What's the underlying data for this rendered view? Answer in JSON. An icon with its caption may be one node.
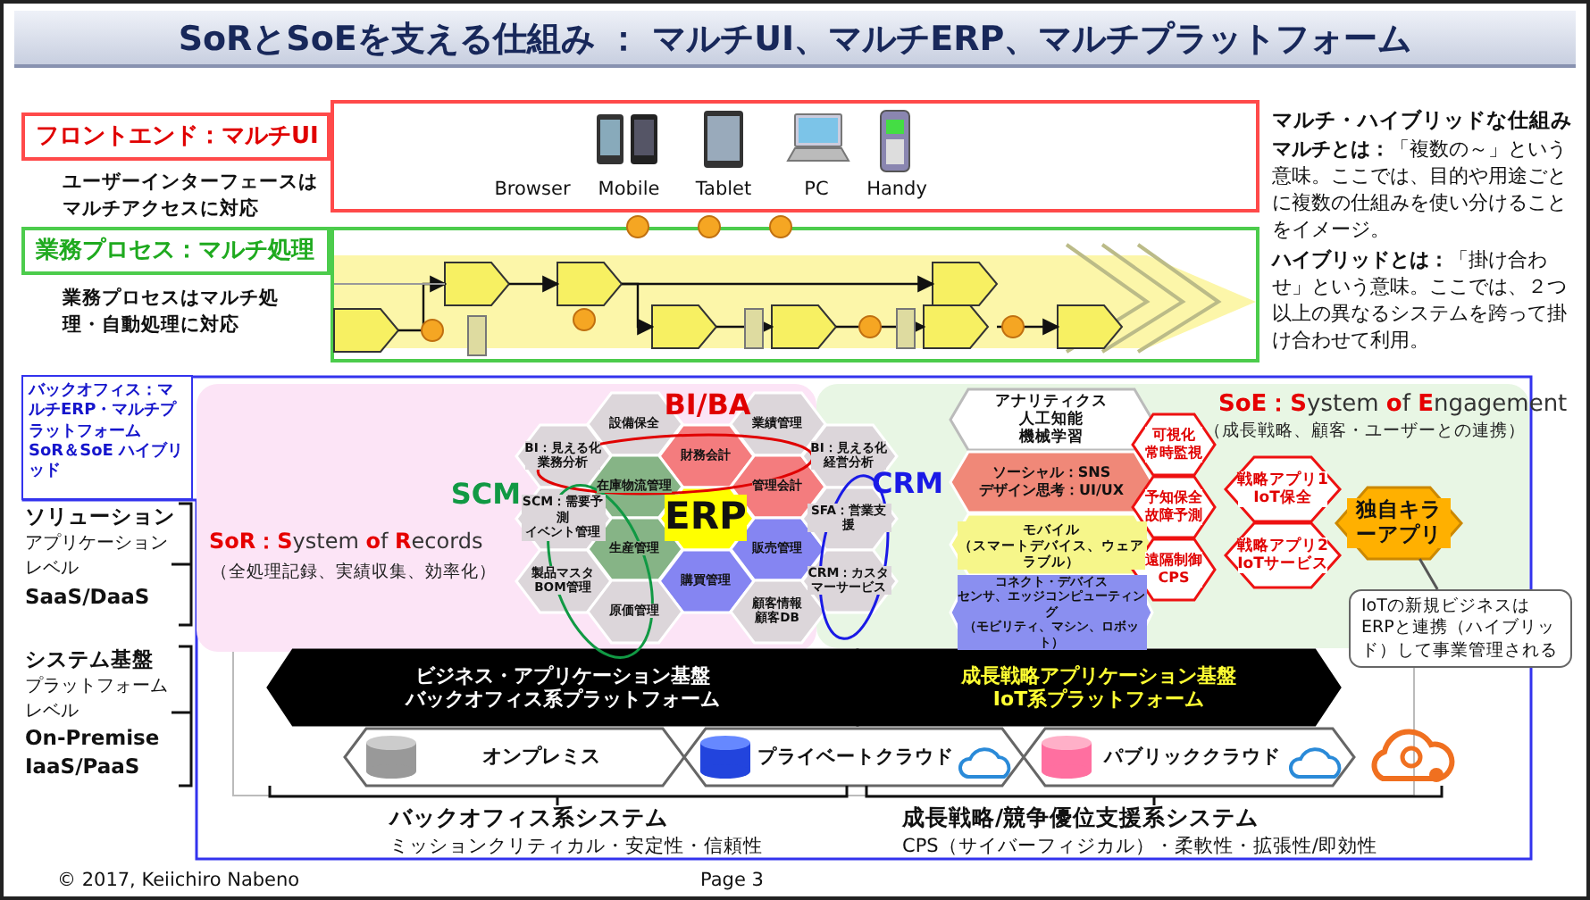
{
  "diagram": {
    "title": "SoRとSoEを支える仕組み ： マルチUI、マルチERP、マルチプラットフォーム",
    "nodes": [
      {
        "text": [
          "フロントエンド：マルチUI"
        ],
        "beside": [
          "ユーザーインターフェースはマルチアクセスに対応"
        ]
      },
      {
        "text": [
          "業務プロセス：マルチ処理"
        ],
        "beside": [
          "業務プロセスはマルチ処理・自動処理に対応"
        ]
      },
      {
        "text": [
          "バックオフィス：マルチERP・マルチプラットフォーム",
          "SoR＆SoE ハイブリッド"
        ]
      },
      {
        "text": [
          "**SoR：S**ystem **o**f **R**ecords",
          "（全処理記録、実績収集、効率化）"
        ],
        "in": 2
      },
      {
        "text": [
          "**SoE：S**ystem **o**f **E**ngagement",
          "（成長戦略、顧客・ユーザーとの連携）"
        ],
        "in": 2
      },
      {
        "text": [
          "BI/BA"
        ],
        "in": 3
      },
      {
        "text": [
          "SCM"
        ],
        "in": 3
      },
      {
        "text": [
          "CRM"
        ],
        "in": 4
      },
      {
        "text": [
          "設備保全"
        ],
        "in": 3
      },
      {
        "text": [
          "業績管理"
        ],
        "in": 3
      },
      {
        "text": [
          "BI：見える化",
          "業務分析"
        ],
        "in": 3
      },
      {
        "text": [
          "財務会計"
        ],
        "in": 3
      },
      {
        "text": [
          "BI：見える化",
          "経営分析"
        ],
        "in": 2
      },
      {
        "text": [
          "在庫物流管理"
        ],
        "in": 3
      },
      {
        "text": [
          "管理会計"
        ],
        "in": 3
      },
      {
        "text": [
          "SCM：需要予測",
          "イベント管理"
        ],
        "in": 3
      },
      {
        "text": [
          "ERP"
        ],
        "in": 3
      },
      {
        "text": [
          "SFA：営業支援"
        ],
        "in": 2
      },
      {
        "text": [
          "生産管理"
        ],
        "in": 3
      },
      {
        "text": [
          "販売管理"
        ],
        "in": 3
      },
      {
        "text": [
          "製品マスタ",
          "BOM管理"
        ],
        "in": 3
      },
      {
        "text": [
          "購買管理"
        ],
        "in": 3
      },
      {
        "text": [
          "CRM：カスタマーサービス"
        ],
        "in": 2
      },
      {
        "text": [
          "原価管理"
        ],
        "in": 3
      },
      {
        "text": [
          "顧客情報",
          "顧客DB"
        ],
        "in": 3
      },
      {
        "text": [
          "アナリティクス",
          "人工知能",
          "機械学習"
        ],
        "in": 4
      },
      {
        "text": [
          "ソーシャル：SNS",
          "デザイン思考：UI/UX"
        ],
        "in": 4
      },
      {
        "text": [
          "可視化",
          "常時監視"
        ],
        "in": 4
      },
      {
        "text": [
          "戦略アプリ1",
          "IoT保全"
        ],
        "in": 4
      },
      {
        "text": [
          "予知保全",
          "故障予測"
        ],
        "in": 4
      },
      {
        "text": [
          "独自キラーアプリ"
        ],
        "in": 4
      },
      {
        "text": [
          "モバイル",
          "（スマートデバイス、ウェアラブル）"
        ],
        "in": 4
      },
      {
        "text": [
          "戦略アプリ2",
          "IoTサービス"
        ],
        "in": 4
      },
      {
        "text": [
          "遠隔制御",
          "CPS"
        ],
        "in": 4
      },
      {
        "text": [
          "コネクト・デバイス",
          "センサ、エッジコンピューティング",
          "（モビリティ、マシン、ロボット）"
        ],
        "in": 4
      },
      {
        "text": [
          "IoTの新規ビジネスはERPと連携（ハイブリッド）して事業管理される"
        ],
        "in": 2
      },
      {
        "text": [
          "ビジネス・アプリケーション基盤",
          "バックオフィス系プラットフォーム"
        ],
        "in": 2
      },
      {
        "text": [
          "成長戦略アプリケーション基盤",
          "IoT系プラットフォーム"
        ],
        "in": 2
      },
      {
        "text": [
          "オンプレミス"
        ],
        "in": 2
      },
      {
        "text": [
          "プライベートクラウド"
        ],
        "in": 2
      },
      {
        "text": [
          "パブリッククラウド"
        ],
        "in": 2
      }
    ],
    "edges": [
      {
        "from": 35,
        "to": 30,
        "arrow": "none"
      }
    ],
    "labels": [
      "Browser",
      "Mobile",
      "Tablet",
      "PC",
      "Handy",
      "マルチ・ハイブリッドな仕組み",
      "**マルチとは：**「複数の～」という意味。ここでは、目的や用途ごとに複数の仕組みを使い分けることをイメージ。",
      "**ハイブリッドとは：**「掛け合わせ」という意味。ここでは、２つ以上の異なるシステムを跨って掛け合わせて利用。",
      "ソリューション",
      "アプリケーションレベル",
      "SaaS/DaaS",
      "システム基盤",
      "プラットフォームレベル",
      "On-Premise",
      "IaaS/PaaS",
      "バックオフィス系システム",
      "ミッションクリティカル・安定性・信頼性",
      "成長戦略/競争優位支援系システム",
      "CPS（サイバーフィジカル）・柔軟性・拡張性/即効性",
      "© 2017, Keiichiro Nabeno",
      "Page 3"
    ]
  }
}
